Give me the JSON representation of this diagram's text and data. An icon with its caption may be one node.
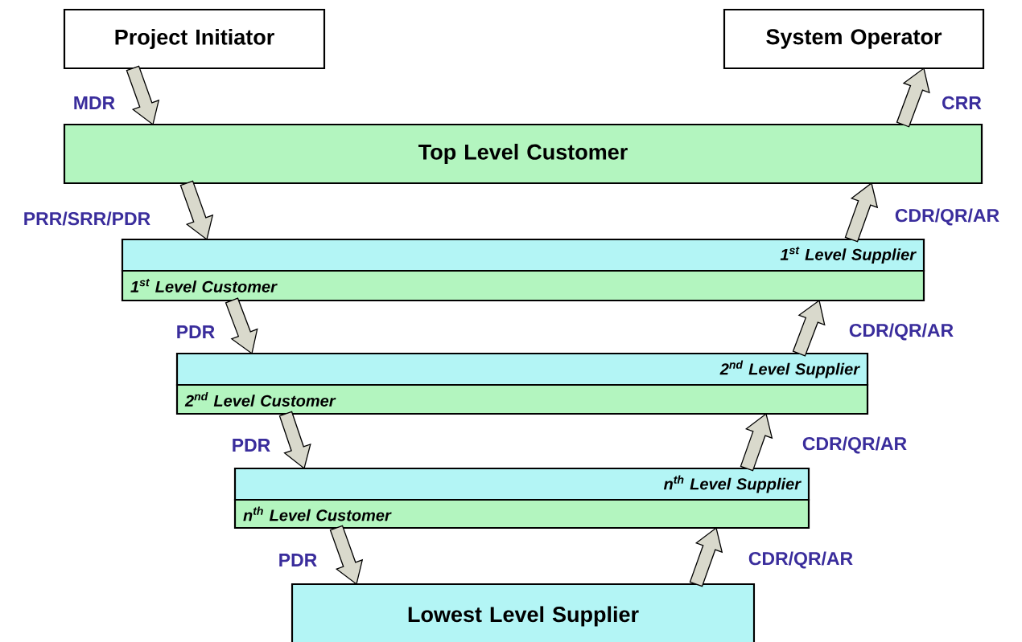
{
  "diagram": {
    "nodes": [
      {
        "text": [
          "Project Initiator"
        ]
      },
      {
        "text": [
          "System Operator"
        ]
      },
      {
        "text": [
          "Top Level Customer"
        ]
      },
      {
        "text": [
          "1$^{st}$ Level Supplier"
        ]
      },
      {
        "text": [
          "1$^{st}$ Level Customer"
        ]
      },
      {
        "text": [
          "2$^{nd}$ Level Supplier"
        ]
      },
      {
        "text": [
          "2$^{nd}$ Level Customer"
        ]
      },
      {
        "text": [
          "n$^{th}$ Level Supplier"
        ]
      },
      {
        "text": [
          "n$^{th}$ Level Customer"
        ]
      },
      {
        "text": [
          "Lowest Level Supplier"
        ]
      }
    ],
    "edges": [
      {
        "from": 0,
        "to": 2,
        "arrow": "to",
        "label": "MDR",
        "style": "thick"
      },
      {
        "from": 2,
        "to": 1,
        "arrow": "to",
        "label": "CRR",
        "style": "thick"
      },
      {
        "from": 2,
        "to": 3,
        "arrow": "to",
        "label": "PRR/SRR/PDR",
        "style": "thick"
      },
      {
        "from": 3,
        "to": 2,
        "arrow": "to",
        "label": "CDR/QR/AR",
        "style": "thick"
      },
      {
        "from": 4,
        "to": 5,
        "arrow": "to",
        "label": "PDR",
        "style": "thick"
      },
      {
        "from": 5,
        "to": 4,
        "arrow": "to",
        "label": "CDR/QR/AR",
        "style": "thick"
      },
      {
        "from": 6,
        "to": 7,
        "arrow": "to",
        "label": "PDR",
        "style": "thick"
      },
      {
        "from": 7,
        "to": 6,
        "arrow": "to",
        "label": "CDR/QR/AR",
        "style": "thick"
      },
      {
        "from": 8,
        "to": 9,
        "arrow": "to",
        "label": "PDR",
        "style": "thick"
      },
      {
        "from": 9,
        "to": 8,
        "arrow": "to",
        "label": "CDR/QR/AR",
        "style": "thick"
      }
    ]
  }
}
